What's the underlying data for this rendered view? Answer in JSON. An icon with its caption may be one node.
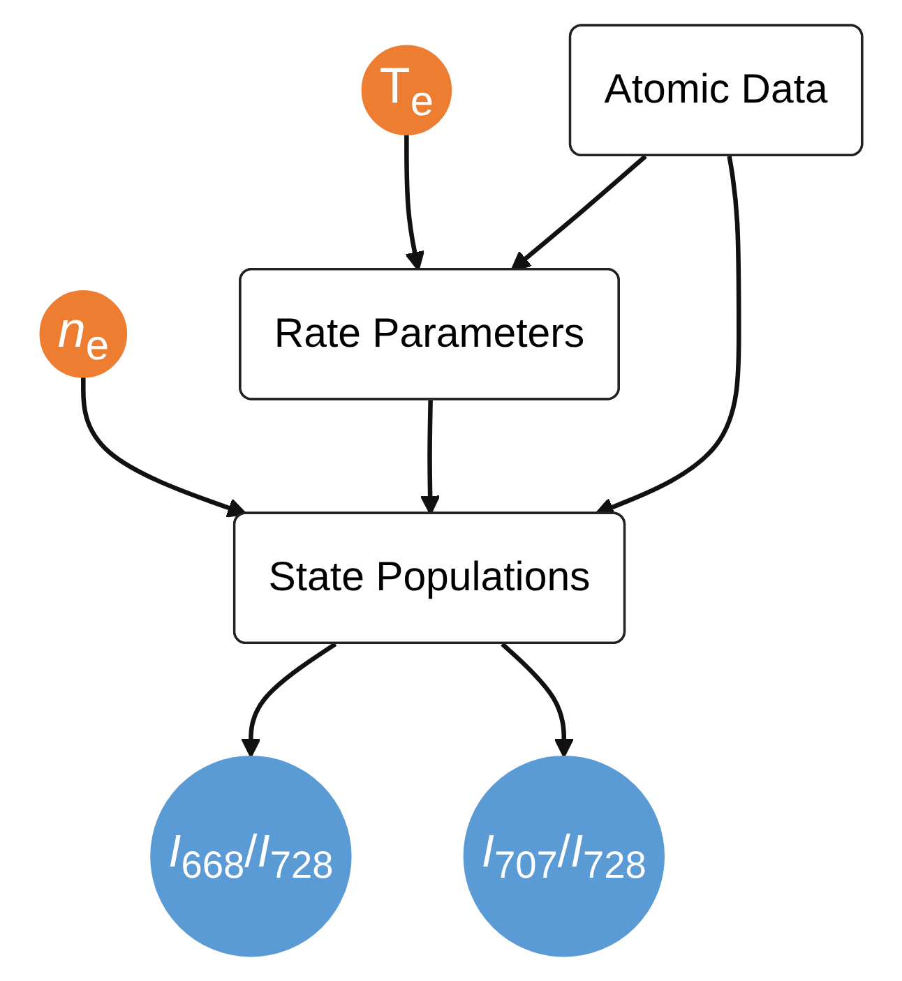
{
  "diagram": {
    "nodes": [
      {
        "text": [
          "T$_{e}$"
        ]
      },
      {
        "text": [
          "Atomic Data"
        ]
      },
      {
        "text": [
          "*n*$_{e}$"
        ]
      },
      {
        "text": [
          "Rate Parameters"
        ]
      },
      {
        "text": [
          "State Populations"
        ]
      },
      {
        "text": [
          "*I*$_{668}$/*I*$_{728}$"
        ]
      },
      {
        "text": [
          "*I*$_{707}$/*I*$_{728}$"
        ]
      }
    ],
    "edges": [
      {
        "from": 0,
        "to": 3,
        "arrow": "to"
      },
      {
        "from": 1,
        "to": 3,
        "arrow": "to"
      },
      {
        "from": 1,
        "to": 4,
        "arrow": "to"
      },
      {
        "from": 2,
        "to": 4,
        "arrow": "to"
      },
      {
        "from": 3,
        "to": 4,
        "arrow": "to"
      },
      {
        "from": 4,
        "to": 5,
        "arrow": "to"
      },
      {
        "from": 4,
        "to": 6,
        "arrow": "to"
      }
    ]
  }
}
